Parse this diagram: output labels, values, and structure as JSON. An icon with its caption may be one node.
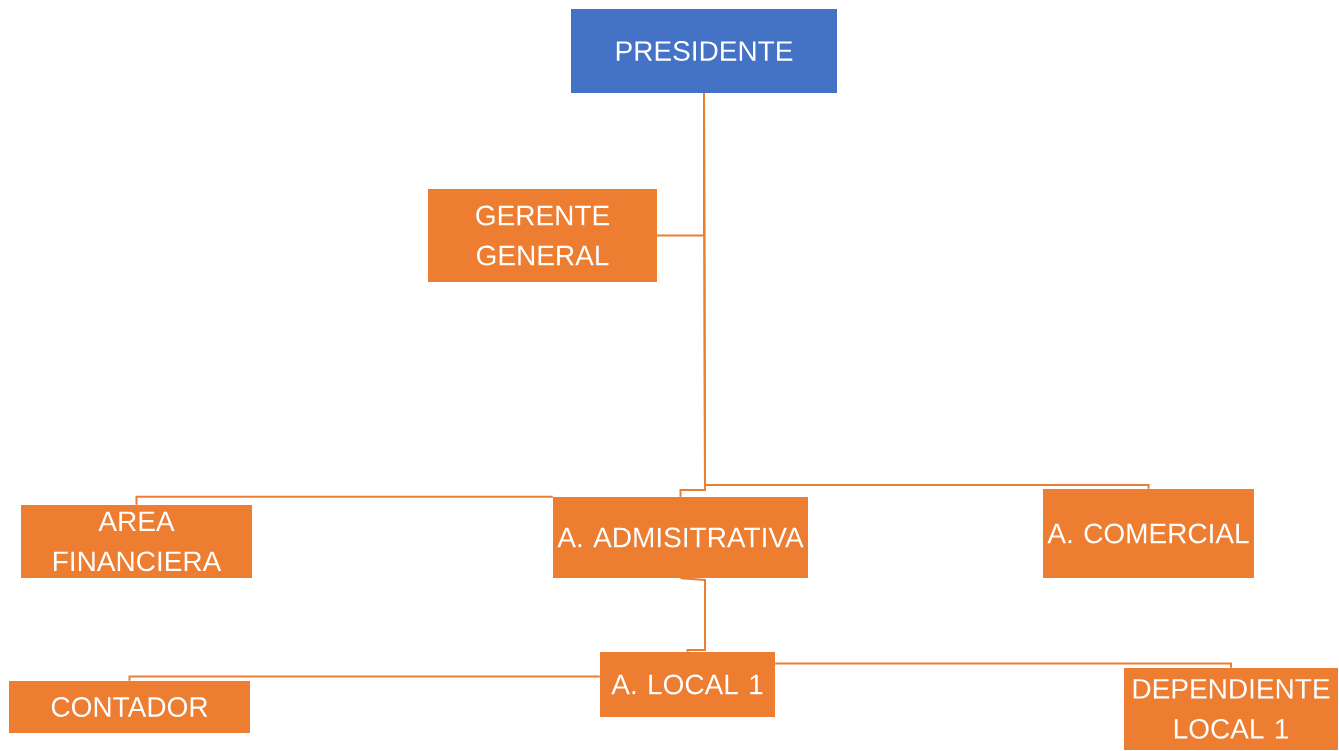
{
  "diagram": {
    "nodes": [
      {
        "text": [
          "PRESIDENTE"
        ]
      },
      {
        "text": [
          "GERENTE GENERAL"
        ]
      },
      {
        "text": [
          "AREA FINANCIERA"
        ]
      },
      {
        "text": [
          "A. ADMISITRATIVA"
        ]
      },
      {
        "text": [
          "A. COMERCIAL"
        ]
      },
      {
        "text": [
          "A. LOCAL 1"
        ]
      },
      {
        "text": [
          "CONTADOR"
        ]
      },
      {
        "text": [
          "DEPENDIENTE LOCAL 1"
        ]
      }
    ],
    "edges": [
      {
        "from": 0,
        "to": 1,
        "arrow": "none"
      },
      {
        "from": 0,
        "to": 4,
        "arrow": "none"
      },
      {
        "from": 0,
        "to": 3,
        "arrow": "none"
      },
      {
        "from": 3,
        "to": 2,
        "arrow": "none"
      },
      {
        "from": 3,
        "to": 5,
        "arrow": "none"
      },
      {
        "from": 5,
        "to": 6,
        "arrow": "none"
      },
      {
        "from": 5,
        "to": 7,
        "arrow": "none"
      }
    ]
  }
}
